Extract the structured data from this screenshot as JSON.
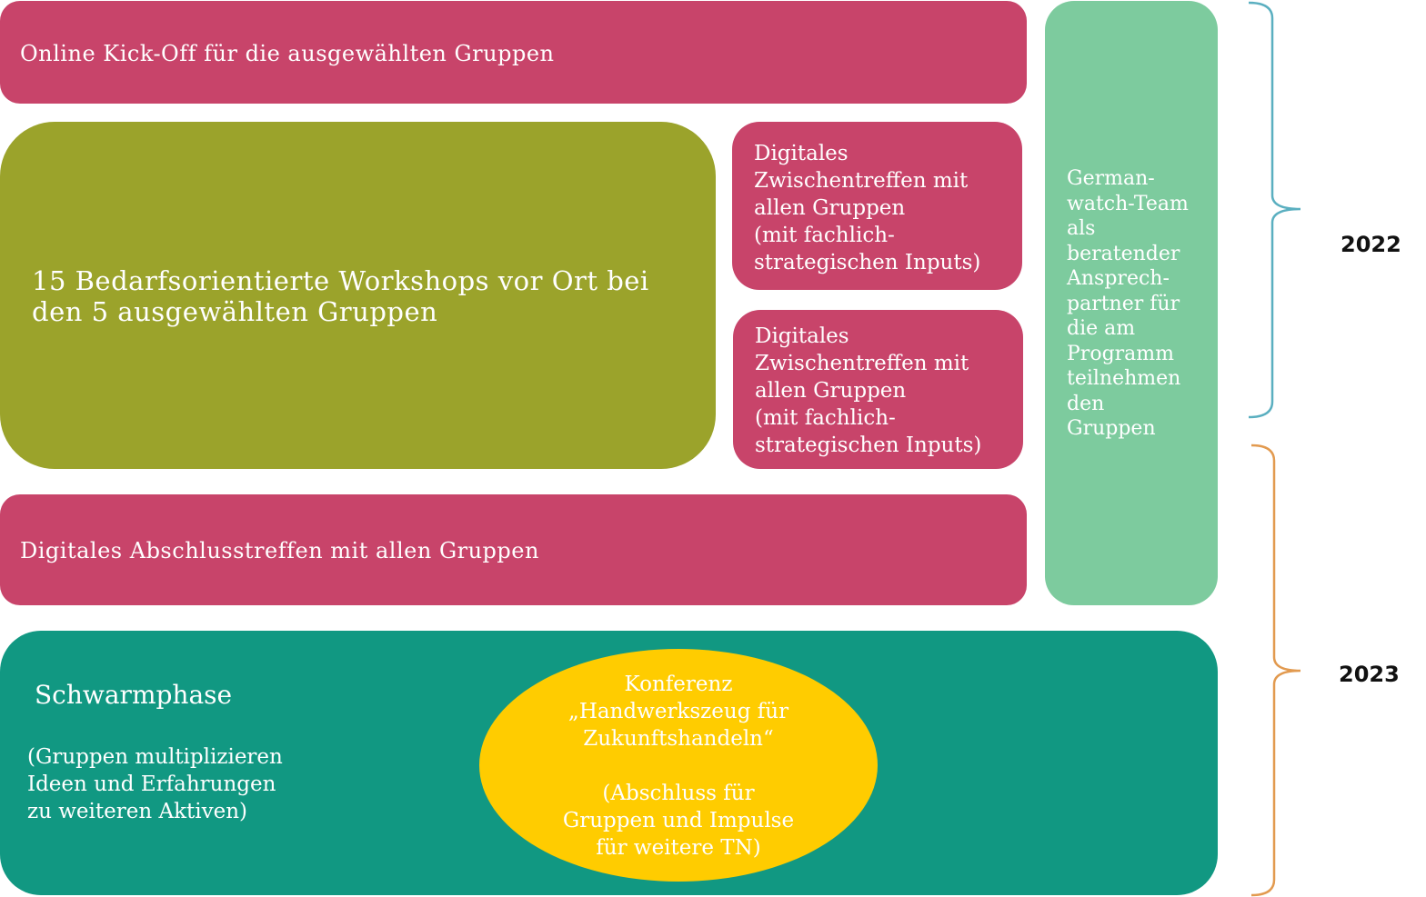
{
  "kickoff": {
    "label": "Online Kick-Off für die ausgewählten Gruppen"
  },
  "workshops": {
    "label": "15 Bedarfsorientierte Workshops vor Ort bei\nden 5 ausgewählten  Gruppen"
  },
  "meeting1": {
    "label": "Digitales\nZwischentreffen mit\nallen Gruppen\n(mit fachlich-\nstrategischen Inputs)"
  },
  "meeting2": {
    "label": "Digitales\nZwischentreffen mit\nallen Gruppen\n(mit fachlich-\nstrategischen Inputs)"
  },
  "closing": {
    "label": "Digitales Abschlusstreffen mit allen Gruppen"
  },
  "team": {
    "label": "German-\nwatch-Team\nals\nberatender\nAnsprech-\npartner für\ndie am\nProgramm\nteilnehmen\nden\nGruppen"
  },
  "swarm": {
    "title": "Schwarmphase",
    "description": "(Gruppen multiplizieren\nIdeen und Erfahrungen\nzu weiteren Aktiven)"
  },
  "conference": {
    "title": "Konferenz\n„Handwerkszeug für\nZukunftshandeln“",
    "subtitle": "(Abschluss für\nGruppen und Impulse\nfür weitere TN)"
  },
  "years": {
    "first": "2022",
    "second": "2023"
  },
  "colors": {
    "pink": "#c8446a",
    "olive": "#9ba32b",
    "mint": "#7dcb9e",
    "teal": "#119882",
    "yellow": "#ffcc00",
    "brace_2022": "#5aafc0",
    "brace_2023": "#e29a4f"
  }
}
